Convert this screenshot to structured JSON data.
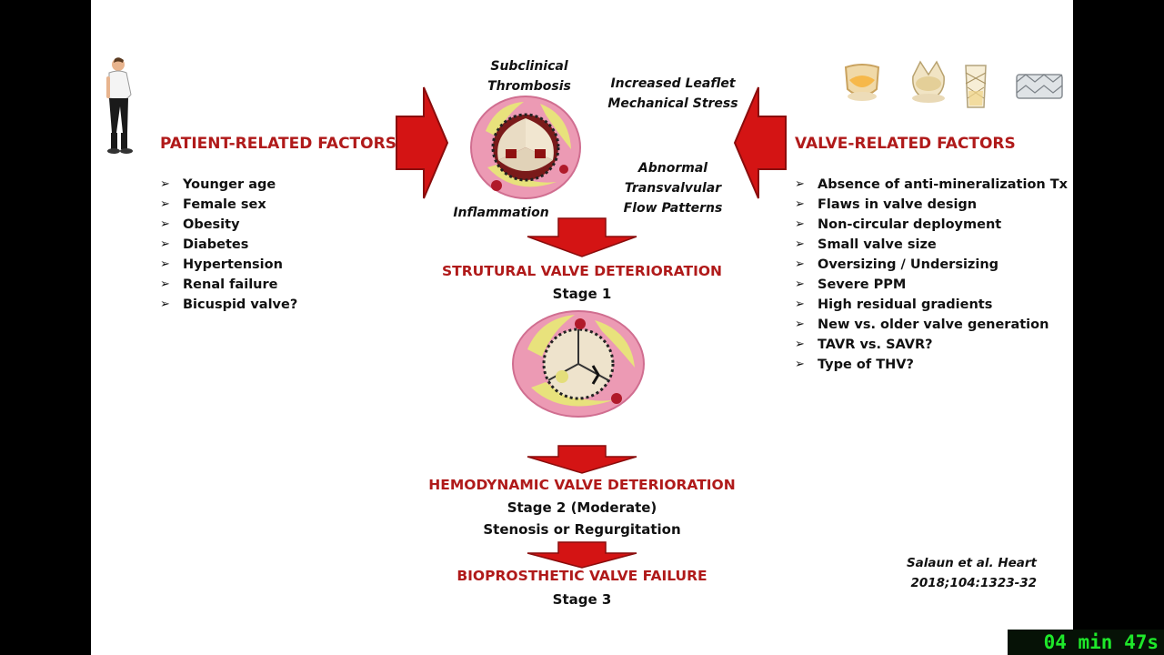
{
  "patient": {
    "title": "PATIENT-RELATED FACTORS",
    "items": [
      "Younger age",
      "Female sex",
      "Obesity",
      "Diabetes",
      "Hypertension",
      "Renal failure",
      "Bicuspid valve?"
    ]
  },
  "valve": {
    "title": "VALVE-RELATED FACTORS",
    "items": [
      "Absence of anti-mineralization Tx",
      "Flaws in valve design",
      "Non-circular deployment",
      "Small valve size",
      "Oversizing / Undersizing",
      "Severe PPM",
      "High residual gradients",
      "New vs. older valve generation",
      "TAVR vs. SAVR?",
      "Type of THV?"
    ]
  },
  "mechanisms": {
    "thrombosis": [
      "Subclinical",
      "Thrombosis"
    ],
    "stress": [
      "Increased Leaflet",
      "Mechanical Stress"
    ],
    "flow": [
      "Abnormal",
      "Transvalvular",
      "Flow Patterns"
    ],
    "inflammation": "Inflammation"
  },
  "stages": [
    {
      "title": "STRUTURAL VALVE DETERIORATION",
      "lines": [
        "Stage  1"
      ]
    },
    {
      "title": "HEMODYNAMIC VALVE DETERIORATION",
      "lines": [
        "Stage  2 (Moderate)",
        "Stenosis or Regurgitation"
      ]
    },
    {
      "title": "BIOPROSTHETIC VALVE FAILURE",
      "lines": [
        "Stage 3"
      ]
    }
  ],
  "citation": [
    "Salaun et al. Heart",
    "2018;104:1323-32"
  ],
  "timer": "04 min 47s",
  "colors": {
    "heading": "#b01a1a",
    "arrow": "#d41414",
    "arrow_dark": "#8a0c0c",
    "timer": "#1ee82a"
  }
}
